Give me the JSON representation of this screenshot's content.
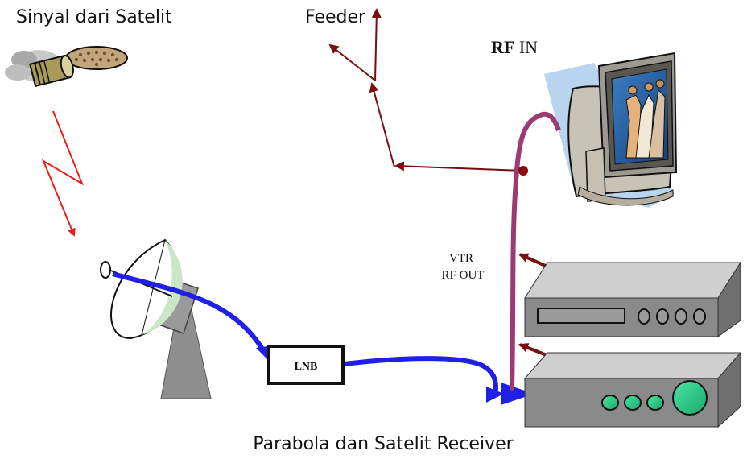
{
  "labels": {
    "satellite_signal": "Sinyal dari Satelit",
    "feeder": "Feeder",
    "rf_in_bold": "RF",
    "rf_in_rest": " IN",
    "vtr_line1": "VTR",
    "vtr_line2": "RF OUT",
    "lnb": "LNB",
    "caption": "Parabola dan Satelit Receiver"
  },
  "colors": {
    "signal_path": "#1f1fe6",
    "feeder_line": "#7a0e0e",
    "rf_cable": "#9c3a73",
    "lightning": "#e8201a",
    "device_body": "#8a8a8a",
    "receiver_knob": "#22cc88"
  },
  "icons": {
    "satellite": "satellite-icon",
    "dish": "parabolic-dish-icon",
    "tv": "crt-television-icon",
    "vcr": "vcr-device-icon",
    "receiver": "satellite-receiver-icon"
  }
}
